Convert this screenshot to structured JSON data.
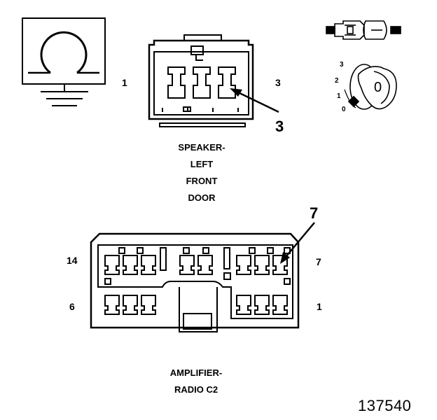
{
  "symbol": {
    "icon": "speaker-ground-symbol-icon"
  },
  "speaker_connector": {
    "pin_left": "1",
    "pin_right": "3",
    "callout": "3",
    "caption_lines": [
      "SPEAKER-",
      "LEFT",
      "FRONT",
      "DOOR"
    ]
  },
  "key_switch": {
    "icon": "ignition-key-switch-icon",
    "positions": [
      "3",
      "2",
      "1",
      "0"
    ],
    "key_label": "0"
  },
  "amplifier_connector": {
    "pin_top_left": "14",
    "pin_top_right": "7",
    "pin_bottom_left": "6",
    "pin_bottom_right": "1",
    "callout": "7",
    "caption_lines": [
      "AMPLIFIER-",
      "RADIO C2"
    ]
  },
  "document_number": "137540"
}
